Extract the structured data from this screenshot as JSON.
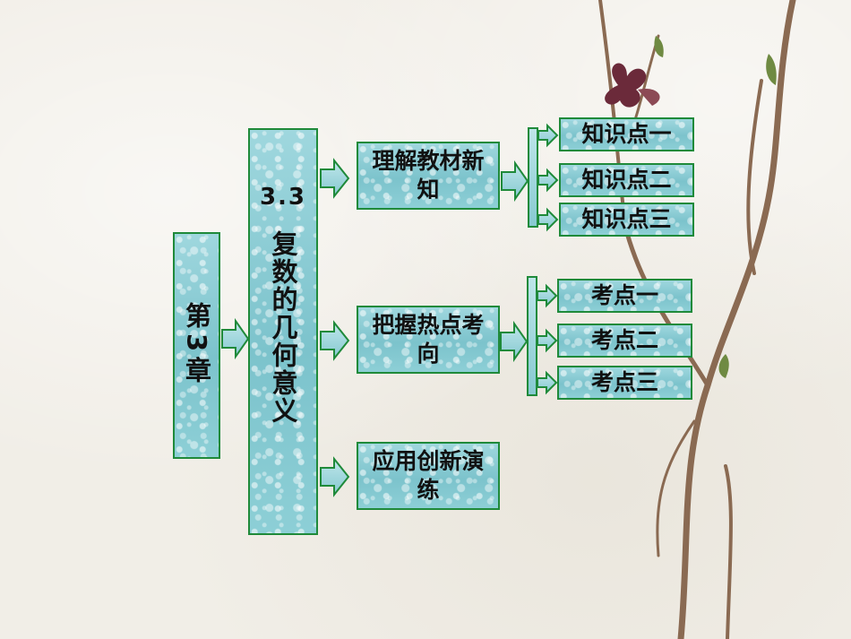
{
  "chapter": {
    "label": "第3章"
  },
  "section": {
    "number": "3.3",
    "title": "复数的几何意义"
  },
  "topics": [
    {
      "label": "理解教材新知",
      "items": [
        "知识点一",
        "知识点二",
        "知识点三"
      ]
    },
    {
      "label": "把握热点考向",
      "items": [
        "考点一",
        "考点二",
        "考点三"
      ]
    },
    {
      "label": "应用创新演练",
      "items": []
    }
  ],
  "colors": {
    "box_fill": "#8dcfd6",
    "border": "#1f8a3a",
    "arrow_fill": "#9fd7de",
    "branch": "#7a5a44",
    "flower": "#6b2a3a"
  }
}
